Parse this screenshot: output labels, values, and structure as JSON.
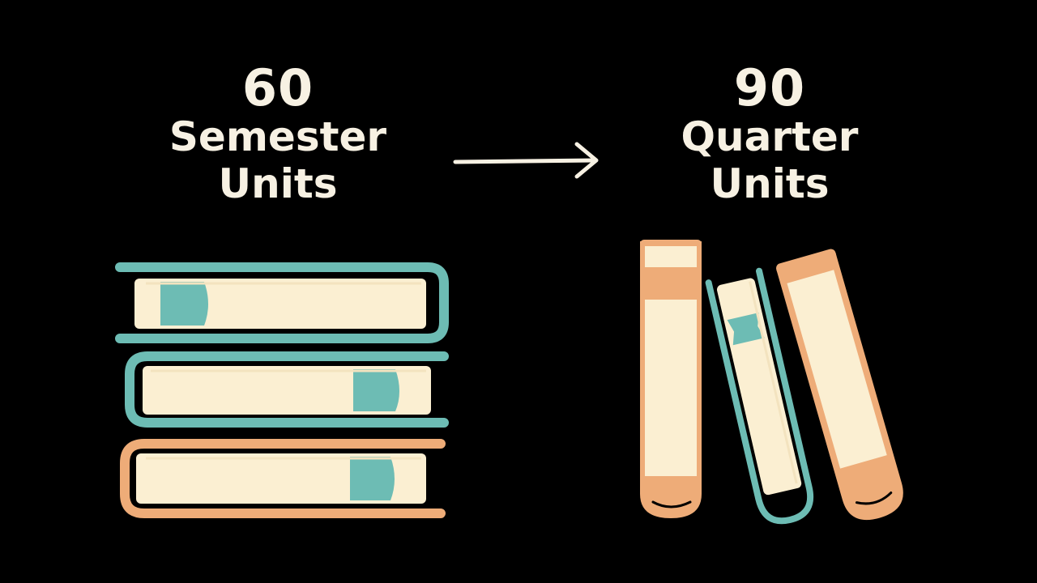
{
  "left": {
    "number": "60",
    "line1": "Semester",
    "line2": "Units"
  },
  "right": {
    "number": "90",
    "line1": "Quarter",
    "line2": "Units"
  },
  "colors": {
    "background": "#000000",
    "text": "#f7f1e3",
    "cream": "#fbefd2",
    "teal": "#6dbcb4",
    "peach": "#eeac78"
  },
  "icons": [
    "arrow-right-icon",
    "stacked-books-icon",
    "standing-books-icon"
  ]
}
